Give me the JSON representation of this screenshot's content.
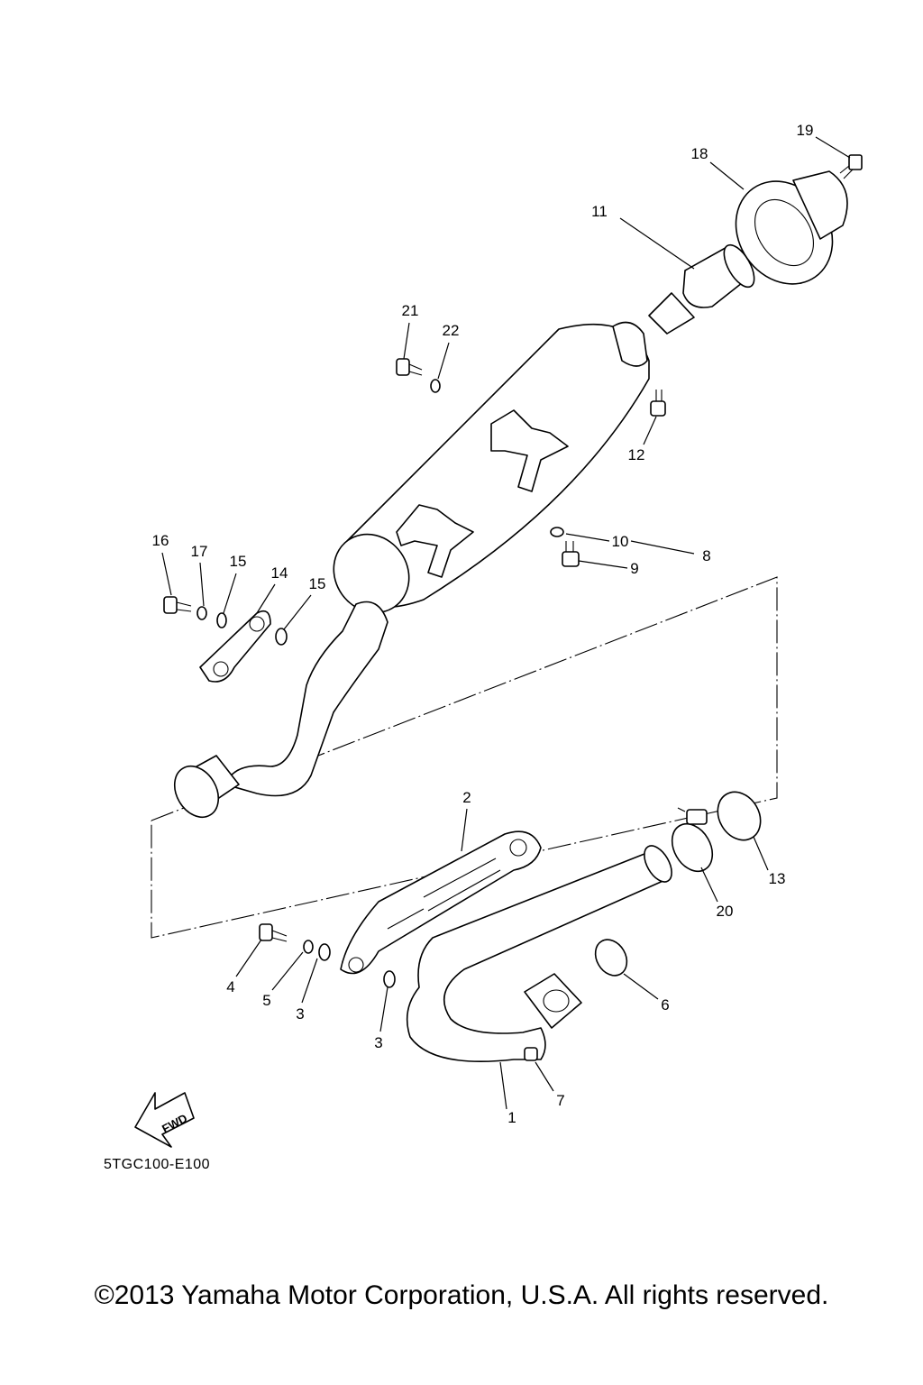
{
  "diagram": {
    "callouts": [
      {
        "number": "1"
      },
      {
        "number": "2"
      },
      {
        "number": "3"
      },
      {
        "number": "3"
      },
      {
        "number": "4"
      },
      {
        "number": "5"
      },
      {
        "number": "6"
      },
      {
        "number": "7"
      },
      {
        "number": "8"
      },
      {
        "number": "9"
      },
      {
        "number": "10"
      },
      {
        "number": "11"
      },
      {
        "number": "12"
      },
      {
        "number": "13"
      },
      {
        "number": "14"
      },
      {
        "number": "15"
      },
      {
        "number": "15"
      },
      {
        "number": "16"
      },
      {
        "number": "17"
      },
      {
        "number": "18"
      },
      {
        "number": "19"
      },
      {
        "number": "20"
      },
      {
        "number": "21"
      },
      {
        "number": "22"
      }
    ],
    "fwd_label": "FWD",
    "drawing_code": "5TGC100-E100"
  },
  "footer": {
    "copyright": "©2013 Yamaha Motor Corporation, U.S.A. All rights reserved."
  }
}
